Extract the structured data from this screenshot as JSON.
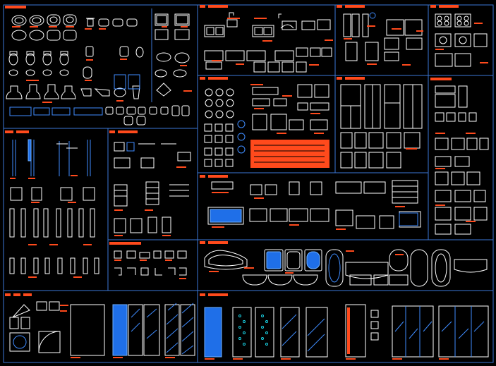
{
  "sheet": {
    "background": "#000000",
    "frame_color": "#3b78d8",
    "label_color": "#ff4a1c",
    "stroke_white": "#ffffff",
    "stroke_blue": "#3f8cff",
    "fill_blue": "#1f6fe8"
  },
  "panels": [
    {
      "id": "toilets-basins-panel",
      "icons": [
        "toilet-icon",
        "basin-icon",
        "bidet-icon"
      ]
    },
    {
      "id": "sinks-panel",
      "icons": [
        "kitchen-sink-icon",
        "faucet-icon"
      ]
    },
    {
      "id": "cabinets-panel",
      "icons": [
        "cabinet-icon"
      ]
    },
    {
      "id": "stoves-panel",
      "icons": [
        "stove-icon"
      ]
    },
    {
      "id": "bathroom-fittings-panel",
      "icons": [
        "faucet-icon",
        "drain-icon"
      ]
    },
    {
      "id": "fridges-panel",
      "icons": [
        "fridge-icon"
      ]
    },
    {
      "id": "appliances-panel",
      "icons": [
        "washer-icon"
      ]
    },
    {
      "id": "showers-panel",
      "icons": [
        "shower-head-icon"
      ]
    },
    {
      "id": "towel-racks-panel",
      "icons": [
        "towel-rack-icon"
      ]
    },
    {
      "id": "tub-elevations-panel",
      "icons": [
        "bathtub-icon"
      ]
    },
    {
      "id": "fittings-panel",
      "icons": [
        "valve-icon"
      ]
    },
    {
      "id": "bathtubs-panel",
      "icons": [
        "bathtub-icon"
      ]
    },
    {
      "id": "shower-doors-panel",
      "icons": [
        "door-icon"
      ]
    },
    {
      "id": "glass-doors-panel",
      "icons": [
        "sliding-door-icon"
      ]
    }
  ]
}
